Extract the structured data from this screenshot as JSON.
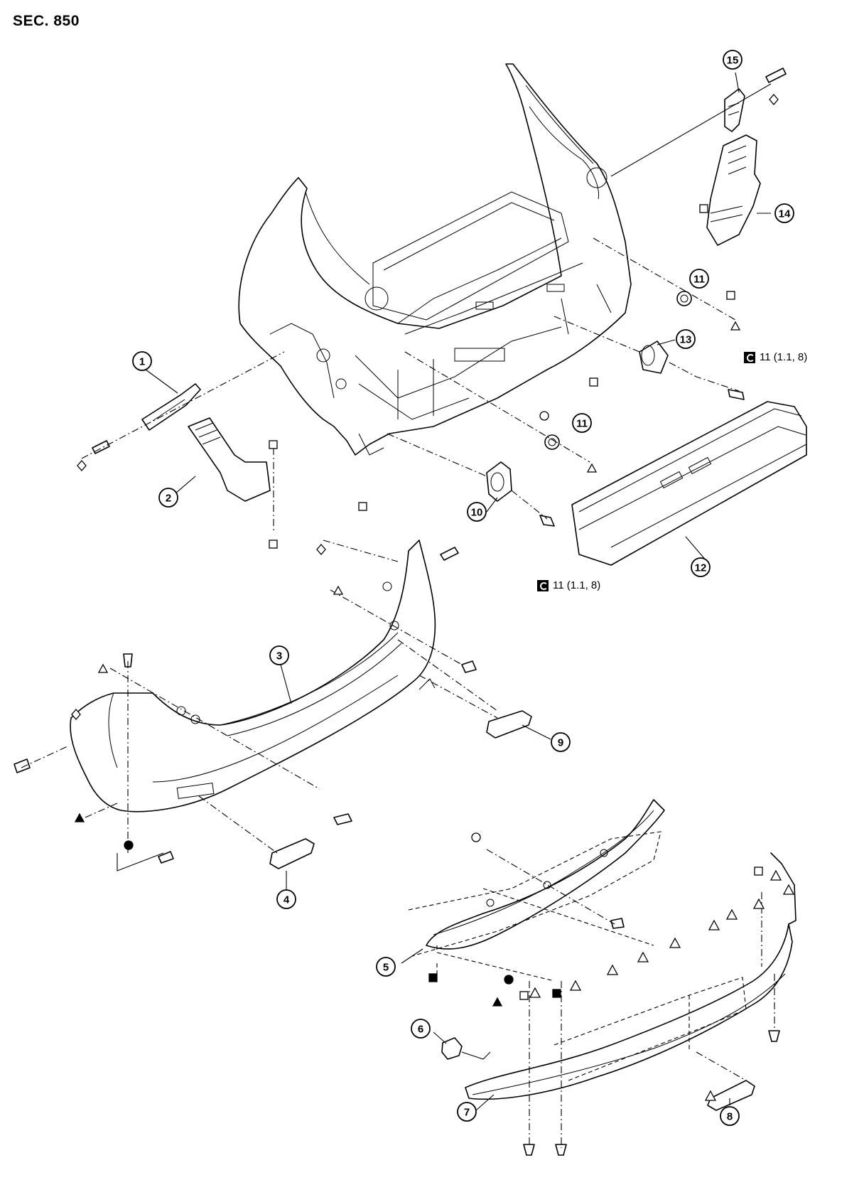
{
  "header": {
    "section": "SEC. 850"
  },
  "callouts": [
    {
      "label": "1"
    },
    {
      "label": "2"
    },
    {
      "label": "3"
    },
    {
      "label": "4"
    },
    {
      "label": "5"
    },
    {
      "label": "6"
    },
    {
      "label": "7"
    },
    {
      "label": "8"
    },
    {
      "label": "9"
    },
    {
      "label": "10"
    },
    {
      "label": "11"
    },
    {
      "label": "11"
    },
    {
      "label": "12"
    },
    {
      "label": "13"
    },
    {
      "label": "14"
    },
    {
      "label": "15"
    }
  ],
  "torque_specs": [
    {
      "text": "11 (1.1, 8)",
      "icon": "torque-wrench-icon"
    },
    {
      "text": "11 (1.1, 8)",
      "icon": "torque-wrench-icon"
    }
  ],
  "symbols": [
    "open-square",
    "filled-square",
    "open-circle",
    "filled-circle",
    "open-triangle",
    "filled-triangle",
    "open-diamond"
  ]
}
